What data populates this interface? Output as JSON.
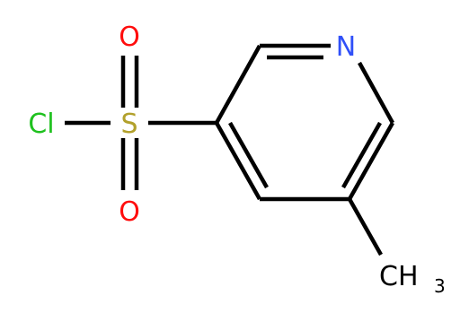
{
  "structure": {
    "atoms": {
      "nitrogen": "N",
      "sulfur": "S",
      "chlorine": "Cl",
      "oxygen_top": "O",
      "oxygen_bottom": "O",
      "methyl_carbon": "CH",
      "methyl_subscript": "3"
    },
    "colors": {
      "bond": "#000000",
      "nitrogen": "#3050f8",
      "sulfur": "#b2a12c",
      "chlorine": "#1fc11f",
      "oxygen": "#ff0d0d",
      "carbon": "#000000"
    }
  }
}
